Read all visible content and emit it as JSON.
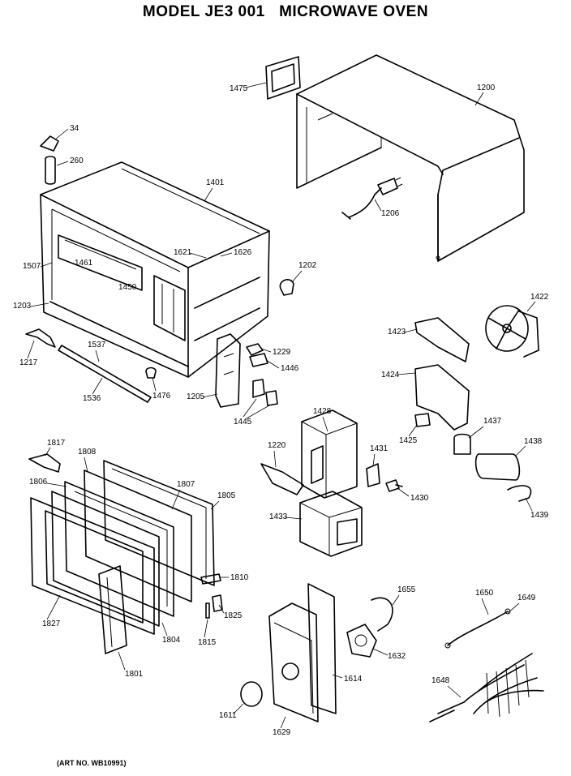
{
  "title": "MODEL JE3 001   MICROWAVE OVEN",
  "art_no": "(ART NO. WB10991)",
  "parts": [
    {
      "id": "p34",
      "label": "34"
    },
    {
      "id": "p260",
      "label": "260"
    },
    {
      "id": "p1475",
      "label": "1475"
    },
    {
      "id": "p1200",
      "label": "1200"
    },
    {
      "id": "p1401",
      "label": "1401"
    },
    {
      "id": "p1206",
      "label": "1206"
    },
    {
      "id": "p1621",
      "label": "1621"
    },
    {
      "id": "p1626",
      "label": "1626"
    },
    {
      "id": "p1507",
      "label": "1507"
    },
    {
      "id": "p1461",
      "label": "1461"
    },
    {
      "id": "p1450",
      "label": "1450"
    },
    {
      "id": "p1202",
      "label": "1202"
    },
    {
      "id": "p1203",
      "label": "1203"
    },
    {
      "id": "p1422",
      "label": "1422"
    },
    {
      "id": "p1423",
      "label": "1423"
    },
    {
      "id": "p1229",
      "label": "1229"
    },
    {
      "id": "p1217",
      "label": "1217"
    },
    {
      "id": "p1537",
      "label": "1537"
    },
    {
      "id": "p1446",
      "label": "1446"
    },
    {
      "id": "p1476",
      "label": "1476"
    },
    {
      "id": "p1536",
      "label": "1536"
    },
    {
      "id": "p1205",
      "label": "1205"
    },
    {
      "id": "p1424",
      "label": "1424"
    },
    {
      "id": "p1445",
      "label": "1445"
    },
    {
      "id": "p1428",
      "label": "1428"
    },
    {
      "id": "p1437",
      "label": "1437"
    },
    {
      "id": "p1425",
      "label": "1425"
    },
    {
      "id": "p1438",
      "label": "1438"
    },
    {
      "id": "p1817",
      "label": "1817"
    },
    {
      "id": "p1808",
      "label": "1808"
    },
    {
      "id": "p1220",
      "label": "1220"
    },
    {
      "id": "p1431",
      "label": "1431"
    },
    {
      "id": "p1806",
      "label": "1806"
    },
    {
      "id": "p1807",
      "label": "1807"
    },
    {
      "id": "p1805",
      "label": "1805"
    },
    {
      "id": "p1430",
      "label": "1430"
    },
    {
      "id": "p1439",
      "label": "1439"
    },
    {
      "id": "p1433",
      "label": "1433"
    },
    {
      "id": "p1810",
      "label": "1810"
    },
    {
      "id": "p1655",
      "label": "1655"
    },
    {
      "id": "p1650",
      "label": "1650"
    },
    {
      "id": "p1649",
      "label": "1649"
    },
    {
      "id": "p1825",
      "label": "1825"
    },
    {
      "id": "p1827",
      "label": "1827"
    },
    {
      "id": "p1804",
      "label": "1804"
    },
    {
      "id": "p1815",
      "label": "1815"
    },
    {
      "id": "p1632",
      "label": "1632"
    },
    {
      "id": "p1801",
      "label": "1801"
    },
    {
      "id": "p1614",
      "label": "1614"
    },
    {
      "id": "p1648",
      "label": "1648"
    },
    {
      "id": "p1611",
      "label": "1611"
    },
    {
      "id": "p1629",
      "label": "1629"
    }
  ]
}
